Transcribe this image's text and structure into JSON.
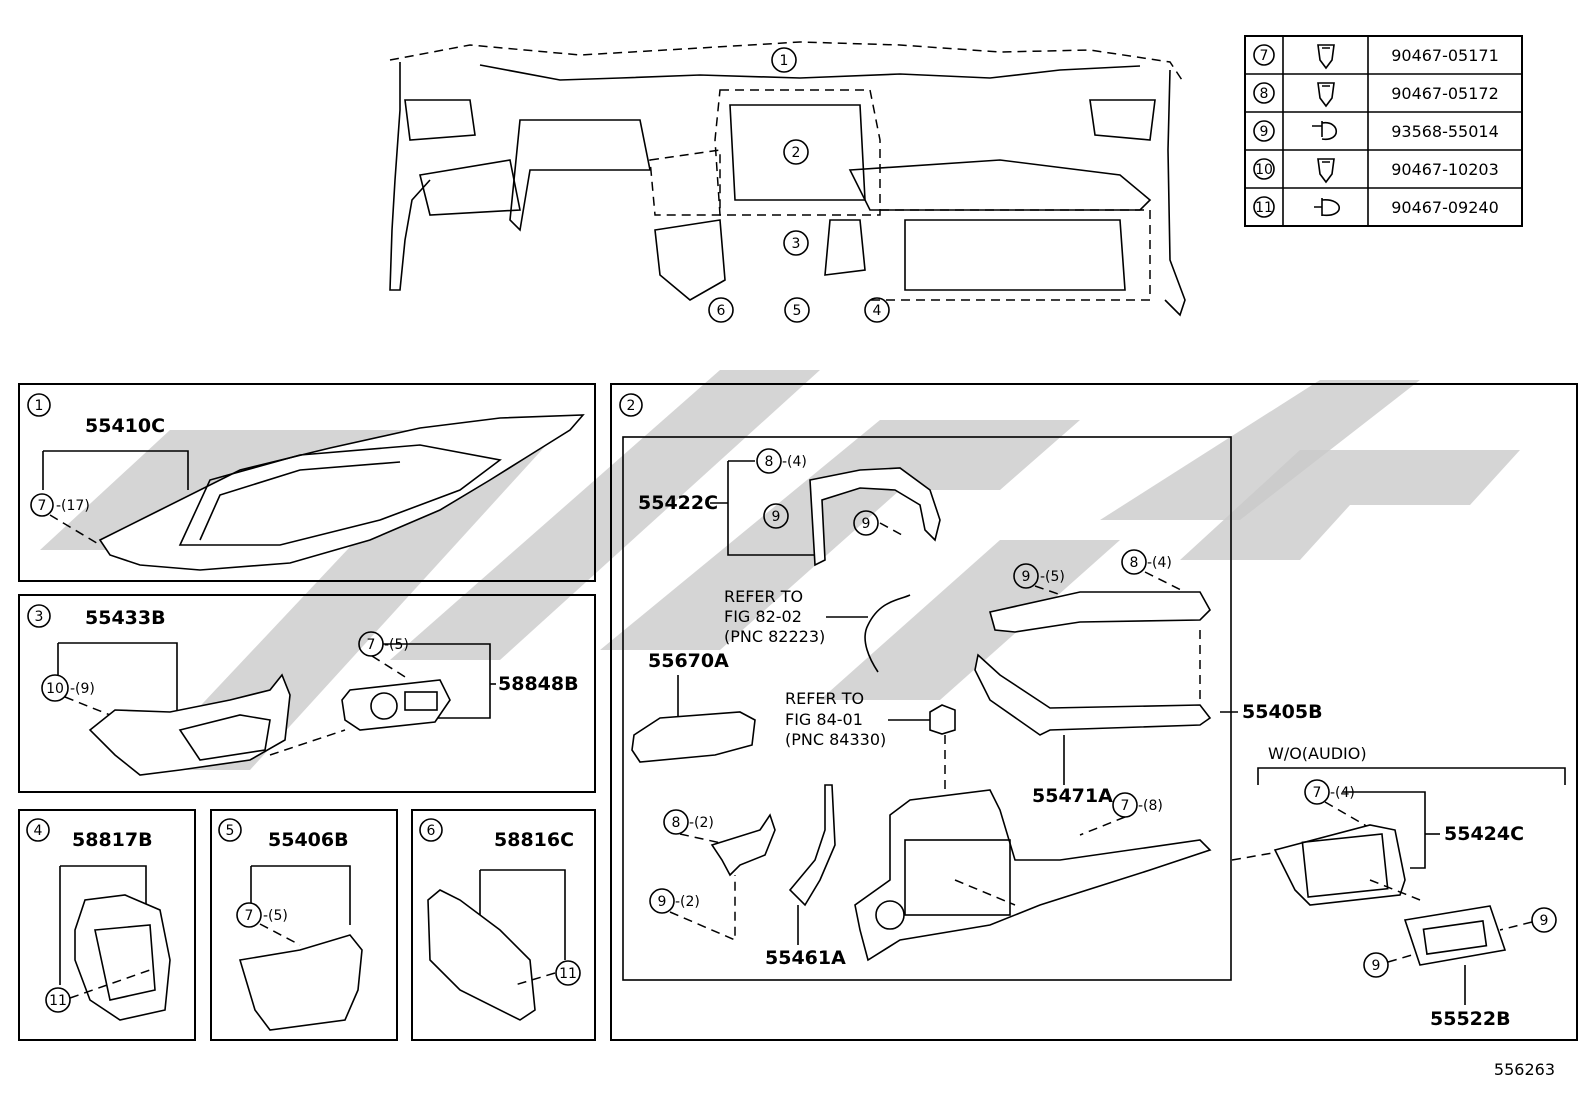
{
  "top_callouts": [
    "1",
    "2",
    "3",
    "6",
    "5",
    "4"
  ],
  "fastener_table": [
    {
      "ref": "7",
      "part": "90467-05171",
      "icon": "clip-icon"
    },
    {
      "ref": "8",
      "part": "90467-05172",
      "icon": "clip-icon"
    },
    {
      "ref": "9",
      "part": "93568-55014",
      "icon": "screw-icon"
    },
    {
      "ref": "10",
      "part": "90467-10203",
      "icon": "clip-icon"
    },
    {
      "ref": "11",
      "part": "90467-09240",
      "icon": "screw-icon"
    }
  ],
  "panel1": {
    "num": "1",
    "part": "55410C",
    "clip": "7",
    "qty": "-(17)"
  },
  "panel3": {
    "num": "3",
    "part_a": "55433B",
    "clip_a": "10",
    "qty_a": "-(9)",
    "part_b": "58848B",
    "clip_b": "7",
    "qty_b": "-(5)"
  },
  "panel4": {
    "num": "4",
    "part": "58817B",
    "clip": "11"
  },
  "panel5": {
    "num": "5",
    "part": "55406B",
    "clip": "7",
    "qty": "-(5)"
  },
  "panel6": {
    "num": "6",
    "part": "58816C",
    "clip": "11"
  },
  "panel2": {
    "num": "2",
    "p55422c": "55422C",
    "c8": "8",
    "q8": "-(4)",
    "c9a": "9",
    "c9b": "9",
    "refer1": [
      "REFER TO",
      "FIG 82-02",
      "(PNC 82223)"
    ],
    "p55670a": "55670A",
    "refer2": [
      "REFER TO",
      "FIG 84-01",
      "(PNC 84330)"
    ],
    "c9c": "9",
    "q9c": "-(5)",
    "c8b": "8",
    "q8b": "-(4)",
    "p55405b": "55405B",
    "p55471a": "55471A",
    "c7": "7",
    "q7": "-(8)",
    "c8c": "8",
    "q8c": "-(2)",
    "c9d": "9",
    "q9d": "-(2)",
    "p55461a": "55461A",
    "wo_audio": "W/O(AUDIO)",
    "c7b": "7",
    "q7b": "-(4)",
    "p55424c": "55424C",
    "c9e": "9",
    "c9f": "9",
    "p55522b": "55522B"
  },
  "figure_number": "556263"
}
